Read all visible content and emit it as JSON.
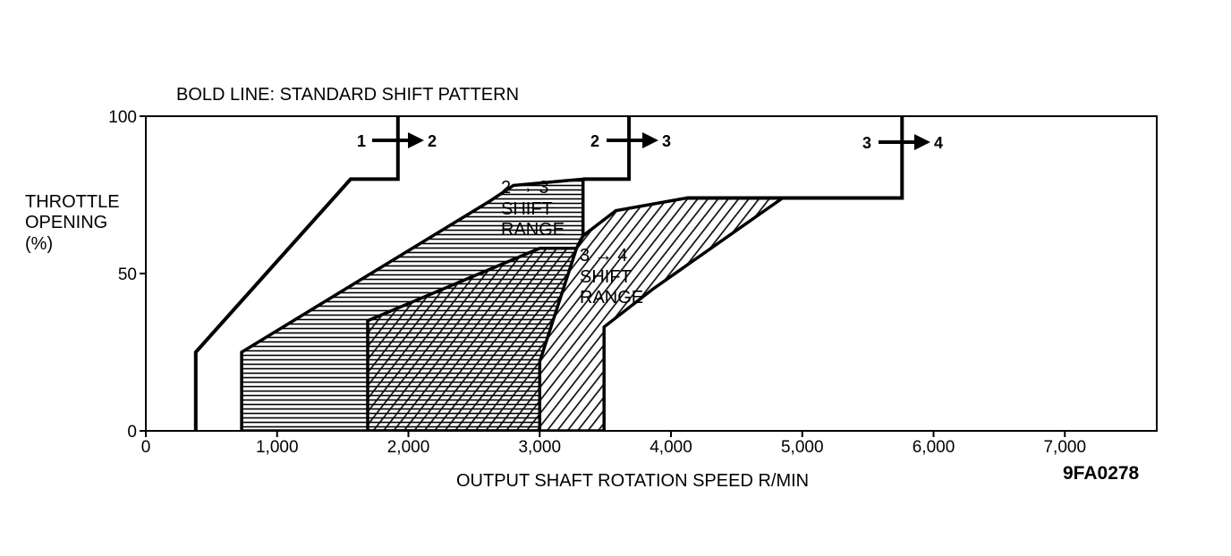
{
  "chart_data": {
    "type": "area",
    "title": "BOLD LINE: STANDARD SHIFT PATTERN",
    "ylabel_lines": [
      "THROTTLE",
      "OPENING",
      "(%)"
    ],
    "xlabel": "OUTPUT SHAFT ROTATION SPEED R/MIN",
    "figure_code": "9FA0278",
    "xlim": [
      0,
      7700
    ],
    "ylim": [
      0,
      100
    ],
    "x_ticks": [
      0,
      1000,
      2000,
      3000,
      4000,
      5000,
      6000,
      7000
    ],
    "x_tick_labels": [
      "0",
      "1,000",
      "2,000",
      "3,000",
      "4,000",
      "5,000",
      "6,000",
      "7,000"
    ],
    "y_ticks": [
      0,
      50,
      100
    ],
    "y_tick_labels": [
      "0",
      "50",
      "100"
    ],
    "standard_shift_lines": [
      {
        "shift": "1 → 2",
        "label_from": "1",
        "label_to": "2",
        "points": [
          [
            380,
            0
          ],
          [
            380,
            25
          ],
          [
            1560,
            80
          ],
          [
            1920,
            80
          ],
          [
            1920,
            100
          ]
        ]
      },
      {
        "shift": "2 → 3",
        "label_from": "2",
        "label_to": "3",
        "points": [
          [
            3330,
            80
          ],
          [
            3680,
            80
          ],
          [
            3680,
            100
          ]
        ]
      },
      {
        "shift": "3 → 4",
        "label_from": "3",
        "label_to": "4",
        "points": [
          [
            4120,
            74
          ],
          [
            5760,
            74
          ],
          [
            5760,
            100
          ]
        ]
      }
    ],
    "shift_ranges": [
      {
        "name": "2 → 3 SHIFT RANGE",
        "label_lines": [
          "2 → 3",
          "SHIFT",
          "RANGE"
        ],
        "polygon": [
          [
            730,
            0
          ],
          [
            730,
            25
          ],
          [
            2620,
            73
          ],
          [
            2800,
            78
          ],
          [
            3330,
            80
          ],
          [
            3330,
            62
          ],
          [
            3280,
            58
          ],
          [
            3000,
            22
          ],
          [
            3000,
            0
          ]
        ]
      },
      {
        "name": "3 → 4 SHIFT RANGE",
        "label_lines": [
          "3 → 4",
          "SHIFT",
          "RANGE"
        ],
        "polygon": [
          [
            1690,
            0
          ],
          [
            1690,
            35
          ],
          [
            3000,
            58
          ],
          [
            3280,
            58
          ],
          [
            3330,
            62
          ],
          [
            3580,
            70
          ],
          [
            4120,
            74
          ],
          [
            4850,
            74
          ],
          [
            3860,
            45
          ],
          [
            3490,
            33
          ],
          [
            3490,
            0
          ]
        ]
      }
    ]
  }
}
